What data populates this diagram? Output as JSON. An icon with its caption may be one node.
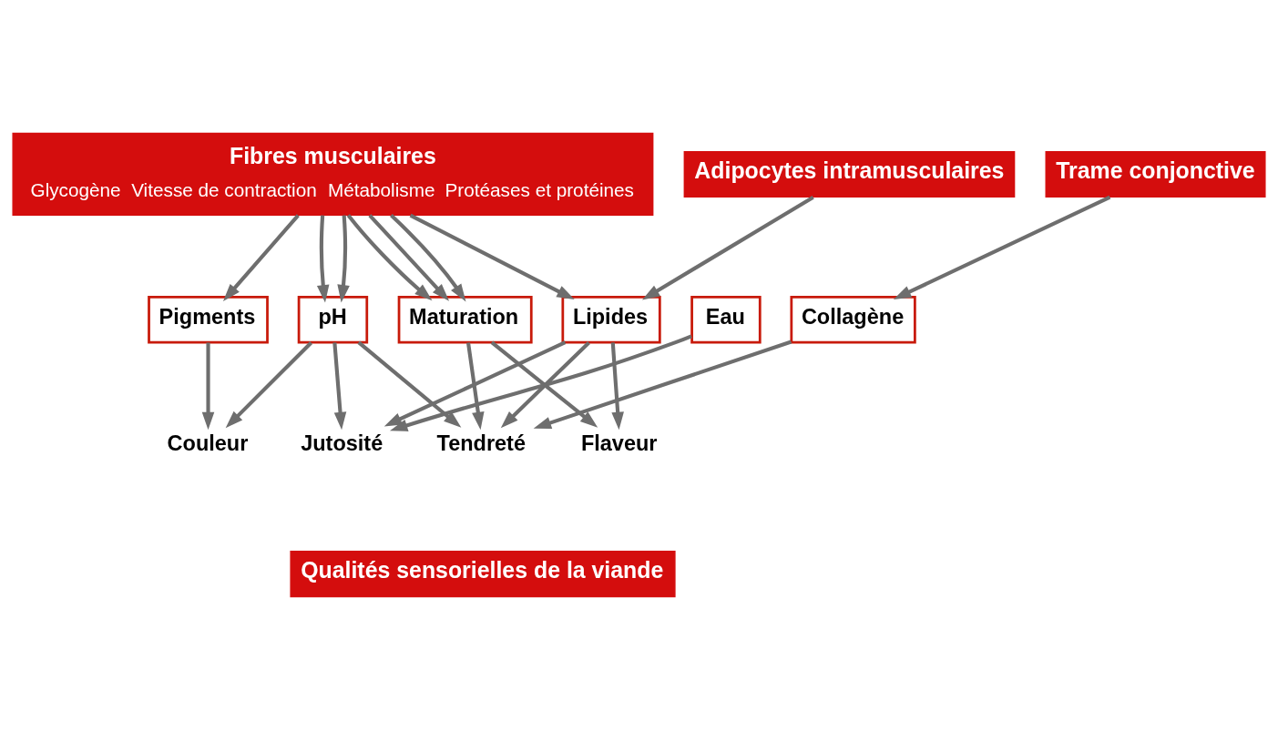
{
  "diagram": {
    "nodes": [
      {
        "text": [
          "Fibres musculaires",
          "Glycogène",
          "Vitesse de contraction",
          "Métabolisme",
          "Protéases et protéines"
        ]
      },
      {
        "text": [
          "Adipocytes intramusculaires"
        ]
      },
      {
        "text": [
          "Trame conjonctive"
        ]
      },
      {
        "text": [
          "Pigments"
        ]
      },
      {
        "text": [
          "pH"
        ]
      },
      {
        "text": [
          "Maturation"
        ]
      },
      {
        "text": [
          "Lipides"
        ]
      },
      {
        "text": [
          "Eau"
        ]
      },
      {
        "text": [
          "Collagène"
        ]
      },
      {
        "text": [
          "Couleur"
        ]
      },
      {
        "text": [
          "Jutosité"
        ]
      },
      {
        "text": [
          "Tendreté"
        ]
      },
      {
        "text": [
          "Flaveur"
        ]
      },
      {
        "text": [
          "Qualités sensorielles de la viande"
        ]
      }
    ],
    "edges": [
      {
        "from": 0,
        "to": 4,
        "arrow": "to"
      },
      {
        "from": 0,
        "to": 4,
        "arrow": "to"
      },
      {
        "from": 0,
        "to": 5,
        "arrow": "to"
      },
      {
        "from": 0,
        "to": 3,
        "arrow": "to"
      },
      {
        "from": 0,
        "to": 5,
        "arrow": "to"
      },
      {
        "from": 0,
        "to": 6,
        "arrow": "to"
      },
      {
        "from": 0,
        "to": 5,
        "arrow": "to"
      },
      {
        "from": 1,
        "to": 6,
        "arrow": "to"
      },
      {
        "from": 2,
        "to": 8,
        "arrow": "to"
      },
      {
        "from": 3,
        "to": 9,
        "arrow": "to"
      },
      {
        "from": 4,
        "to": 9,
        "arrow": "to"
      },
      {
        "from": 4,
        "to": 10,
        "arrow": "to"
      },
      {
        "from": 4,
        "to": 11,
        "arrow": "to"
      },
      {
        "from": 5,
        "to": 11,
        "arrow": "to"
      },
      {
        "from": 5,
        "to": 12,
        "arrow": "to"
      },
      {
        "from": 6,
        "to": 10,
        "arrow": "to"
      },
      {
        "from": 6,
        "to": 11,
        "arrow": "to"
      },
      {
        "from": 6,
        "to": 12,
        "arrow": "to"
      },
      {
        "from": 7,
        "to": 10,
        "arrow": "to"
      },
      {
        "from": 8,
        "to": 11,
        "arrow": "to"
      }
    ]
  }
}
